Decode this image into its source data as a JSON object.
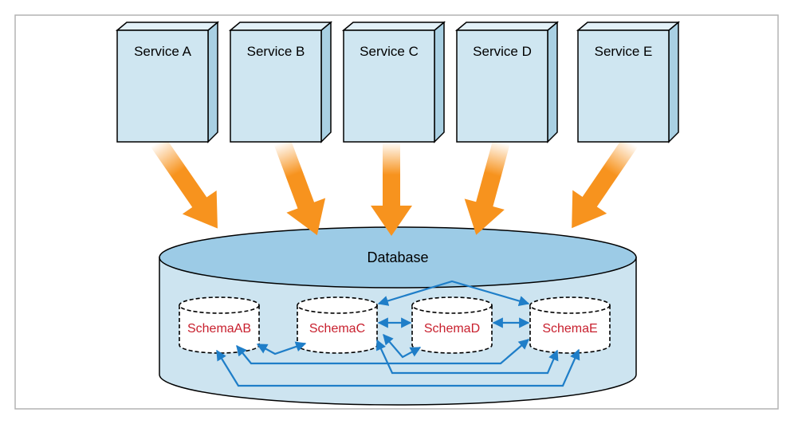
{
  "services": [
    {
      "label": "Service A"
    },
    {
      "label": "Service B"
    },
    {
      "label": "Service C"
    },
    {
      "label": "Service D"
    },
    {
      "label": "Service E"
    }
  ],
  "database": {
    "label": "Database"
  },
  "schemas": [
    {
      "label": "SchemaAB"
    },
    {
      "label": "SchemaC"
    },
    {
      "label": "SchemaD"
    },
    {
      "label": "SchemaE"
    }
  ],
  "colors": {
    "service_fill": "#cfe6f1",
    "service_side": "#a9d0e3",
    "arrow_orange": "#f7931e",
    "database_top": "#9ccbe6",
    "database_body": "#cde4f0",
    "link_blue": "#1f7ec8",
    "schema_text": "#c8202e"
  }
}
